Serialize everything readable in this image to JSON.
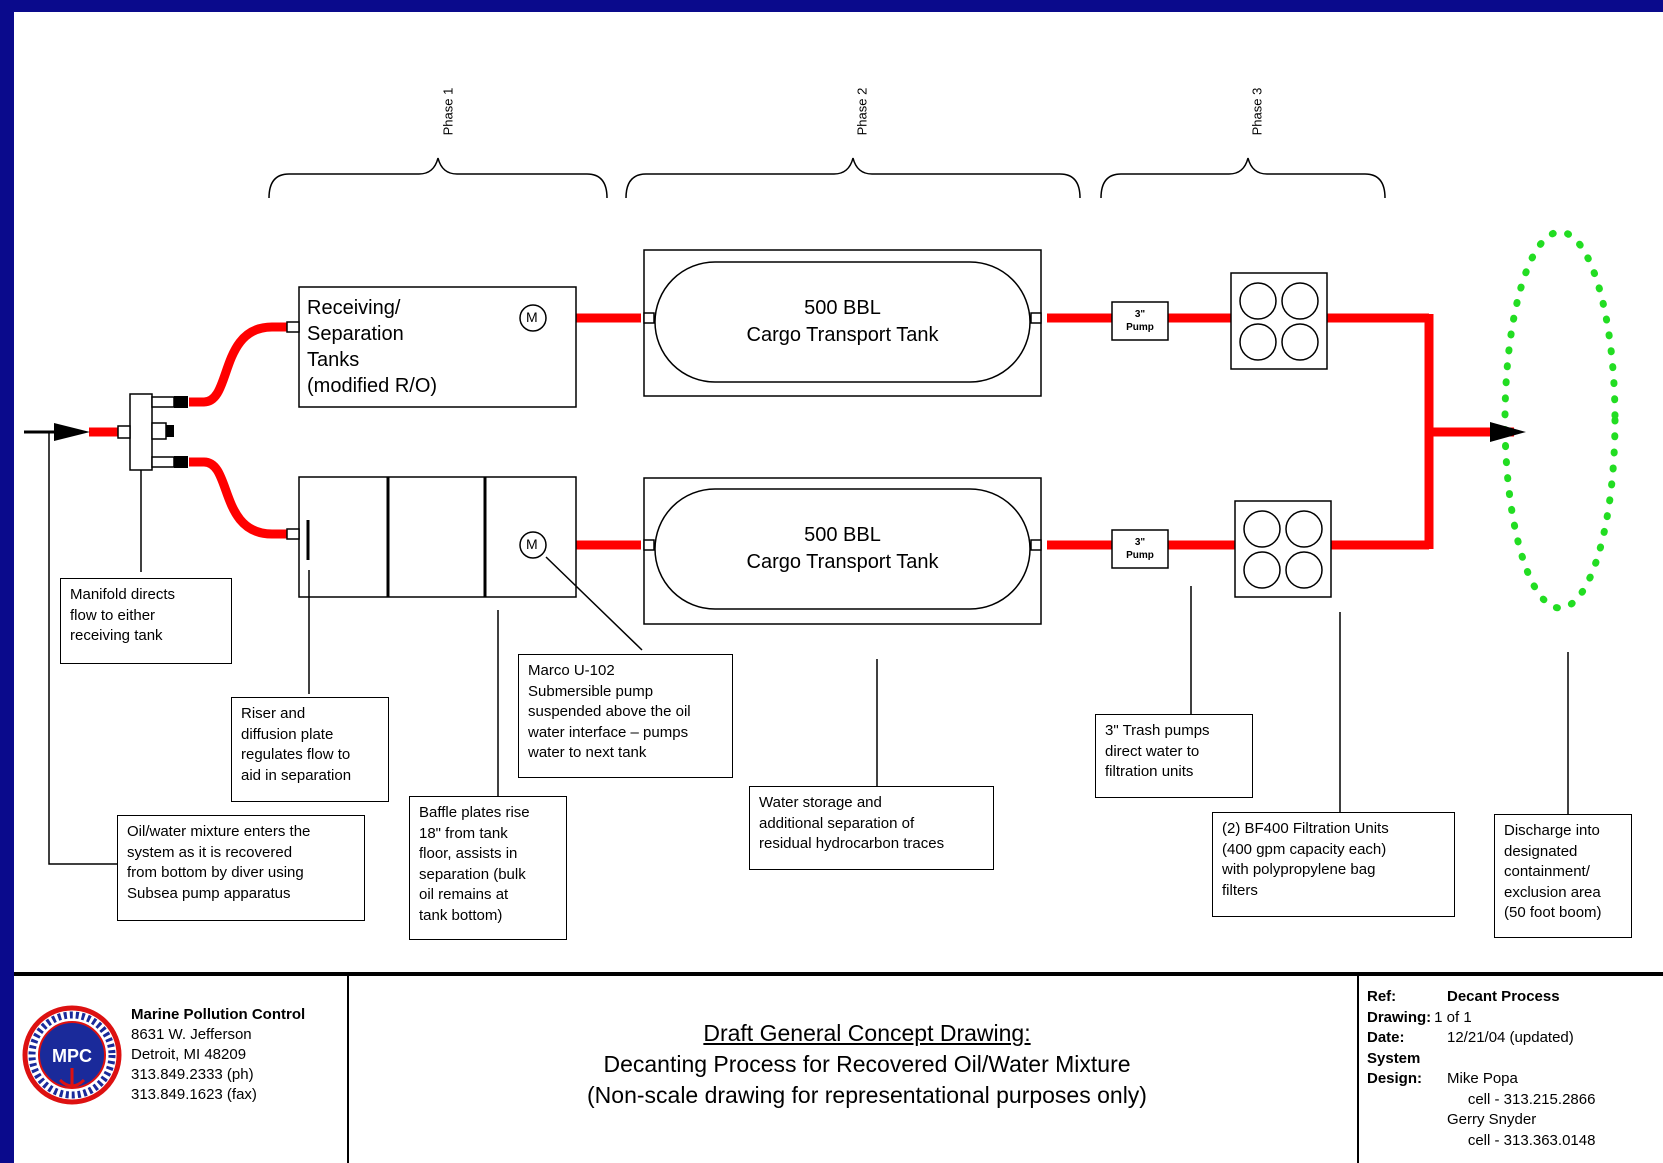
{
  "phases": [
    "Phase 1",
    "Phase 2",
    "Phase 3"
  ],
  "receiving_tank": {
    "lines": [
      "Receiving/",
      "Separation",
      "Tanks",
      "(modified R/O)"
    ]
  },
  "pump_motor_label": "M",
  "cargo_tanks": [
    {
      "lines": [
        "500 BBL",
        "Cargo Transport Tank"
      ]
    },
    {
      "lines": [
        "500 BBL",
        "Cargo Transport Tank"
      ]
    }
  ],
  "trash_pumps": [
    {
      "lines": [
        "3\"",
        "Pump"
      ]
    },
    {
      "lines": [
        "3\"",
        "Pump"
      ]
    }
  ],
  "notes": {
    "manifold": [
      "Manifold directs",
      "flow to either",
      "receiving tank"
    ],
    "riser": [
      "Riser and",
      "diffusion plate",
      "regulates flow to",
      "aid in separation"
    ],
    "oil_water": [
      "Oil/water mixture enters the",
      "system as it is recovered",
      "from bottom by diver using",
      "Subsea pump apparatus"
    ],
    "baffle": [
      "Baffle plates rise",
      "18\" from tank",
      "floor, assists in",
      "separation (bulk",
      "oil remains at",
      "tank bottom)"
    ],
    "marco": [
      "Marco U-102",
      "Submersible pump",
      "suspended above the oil",
      "water interface – pumps",
      "water to next tank"
    ],
    "water_storage": [
      "Water storage and",
      "additional separation of",
      "residual hydrocarbon traces"
    ],
    "trash_pumps": [
      "3\" Trash pumps",
      "direct water to",
      "filtration units"
    ],
    "filtration": [
      "(2) BF400 Filtration Units",
      "(400 gpm capacity each)",
      "with polypropylene bag",
      "filters"
    ],
    "discharge": [
      "Discharge into",
      "designated",
      "containment/",
      "exclusion area",
      "(50 foot boom)"
    ]
  },
  "title_block": {
    "company": [
      "Marine Pollution Control",
      "8631 W. Jefferson",
      "Detroit, MI 48209",
      "313.849.2333 (ph)",
      "313.849.1623 (fax)"
    ],
    "drawing_title": [
      "Draft General Concept Drawing:",
      "Decanting Process for Recovered Oil/Water Mixture",
      "(Non-scale drawing for representational purposes only)"
    ],
    "ref_label": "Ref:",
    "ref_value": "Decant Process",
    "drawing_label": "Drawing:",
    "drawing_value": "1 of 1",
    "date_label": "Date:",
    "date_value": "12/21/04 (updated)",
    "system_label": "System",
    "design_label": "Design:",
    "design_lines": [
      "Mike Popa",
      "     cell - 313.215.2866",
      "Gerry Snyder",
      "     cell - 313.363.0148"
    ]
  },
  "logo_text": "MPC",
  "colors": {
    "pipe": "#ff0000",
    "boom": "#22dd22",
    "border": "#0a0a8c"
  }
}
